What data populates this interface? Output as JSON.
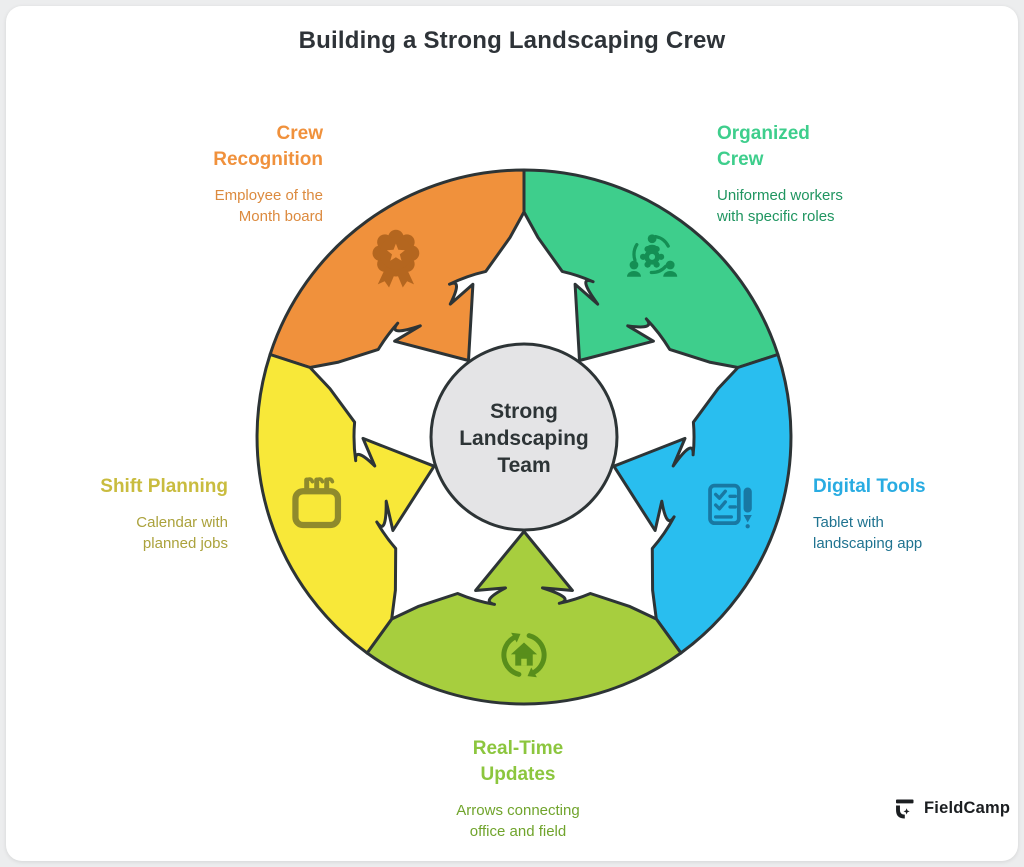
{
  "title": "Building a Strong Landscaping Crew",
  "center_label": {
    "lines": [
      "Strong",
      "Landscaping",
      "Team"
    ]
  },
  "colors": {
    "outline": "#2d3436",
    "center_fill": "#e4e4e6",
    "center_text": "#2d3436",
    "title_text": "#2e3338",
    "page_bg": "#ecedee",
    "card_bg": "#ffffff",
    "brand_text": "#1b1e21"
  },
  "segments": [
    {
      "name": "crew-recognition",
      "fill": "#F0913C",
      "icon": "award-ribbon-icon",
      "icon_color": "#B4661F",
      "heading_lines": [
        "Crew",
        "Recognition"
      ],
      "heading_color": "#F0913C",
      "desc_lines": [
        "Employee of the",
        "Month board"
      ],
      "desc_color": "#DC8A3E"
    },
    {
      "name": "organized-crew",
      "fill": "#3ECE8C",
      "icon": "team-gear-icon",
      "icon_color": "#148F54",
      "heading_lines": [
        "Organized",
        "Crew"
      ],
      "heading_color": "#3ECE8C",
      "desc_lines": [
        "Uniformed workers",
        "with specific roles"
      ],
      "desc_color": "#1F9560"
    },
    {
      "name": "digital-tools",
      "fill": "#29BEEF",
      "icon": "checklist-pen-icon",
      "icon_color": "#1878A3",
      "heading_lines": [
        "Digital Tools"
      ],
      "heading_color": "#29ACE2",
      "desc_lines": [
        "Tablet with",
        "landscaping app"
      ],
      "desc_color": "#1F7390"
    },
    {
      "name": "real-time-updates",
      "fill": "#A7CE3E",
      "icon": "sync-house-icon",
      "icon_color": "#588E1B",
      "heading_lines": [
        "Real-Time",
        "Updates"
      ],
      "heading_color": "#8CC63E",
      "desc_lines": [
        "Arrows connecting",
        "office and field"
      ],
      "desc_color": "#70A42C"
    },
    {
      "name": "shift-planning",
      "fill": "#F8E839",
      "icon": "calendar-icon",
      "icon_color": "#8F8A2C",
      "heading_lines": [
        "Shift Planning"
      ],
      "heading_color": "#C9BC3F",
      "desc_lines": [
        "Calendar with",
        "planned jobs"
      ],
      "desc_color": "#ABA23C"
    }
  ],
  "brand": {
    "name": "FieldCamp",
    "logo_icon": "fieldcamp-logo-icon"
  }
}
